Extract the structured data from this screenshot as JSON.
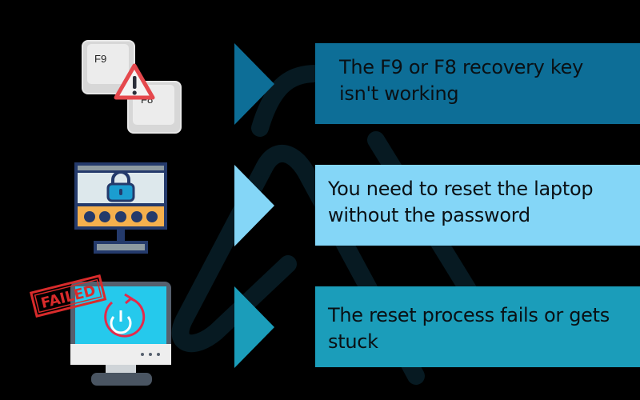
{
  "colors": {
    "background": "#000000",
    "watermark": "#071a22",
    "row1": "#0d6e97",
    "row2": "#84d6f7",
    "row3": "#1b9dba",
    "text": "#0a1014"
  },
  "rows": [
    {
      "icon": "f9-f8-keys-warning-icon",
      "key1": "F9",
      "key2": "F8",
      "text": "The F9 or F8 recovery key isn't working"
    },
    {
      "icon": "locked-password-monitor-icon",
      "password_mask": "*****",
      "text": "You need to reset the laptop without the password"
    },
    {
      "icon": "failed-reset-monitor-icon",
      "stamp": "FAILED",
      "text": "The reset process fails or gets stuck"
    }
  ]
}
